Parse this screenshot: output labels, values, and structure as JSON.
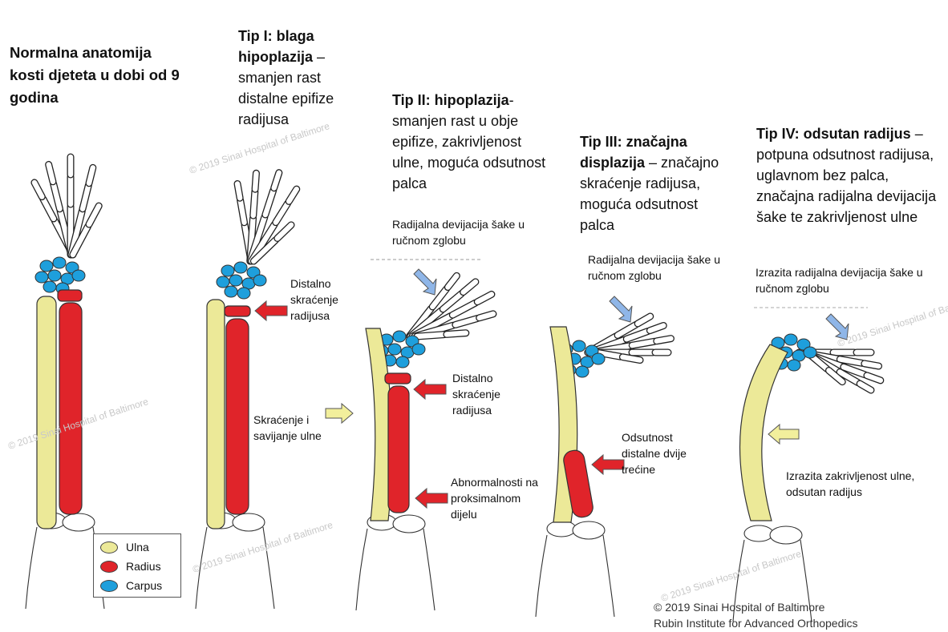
{
  "colors": {
    "ulna": "#ece998",
    "radius": "#e0242a",
    "carpus": "#1e9fdc",
    "yellow_arrow": "#f2ef9c",
    "blue_arrow": "#8fb6e8",
    "bone_outline": "#333333"
  },
  "columns": [
    {
      "title_bold": "Normalna anatomija kosti djeteta u dobi od 9 godina",
      "title_rest": ""
    },
    {
      "title_bold": "Tip I: blaga hipoplazija",
      "title_rest": " – smanjen rast distalne epifize radijusa"
    },
    {
      "title_bold": "Tip II: hipoplazija",
      "title_rest": "- smanjen rast u obje epifize, zakrivljenost ulne, moguća odsutnost palca"
    },
    {
      "title_bold": "Tip III: značajna displazija",
      "title_rest": " – značajno skraćenje radijusa, moguća odsutnost palca"
    },
    {
      "title_bold": "Tip IV: odsutan radijus",
      "title_rest": " – potpuna odsutnost radijusa, uglavnom bez palca, značajna radijalna devijacija šake te zakrivljenost ulne"
    }
  ],
  "labels": {
    "t1_distal": "Distalno skraćenje radijusa",
    "t1_ulna": "Skraćenje i savijanje ulne",
    "t2_deviation": "Radijalna devijacija šake u ručnom zglobu",
    "t2_distal": "Distalno skraćenje radijusa",
    "t2_proximal": "Abnormalnosti na proksimalnom dijelu",
    "t3_deviation": "Radijalna devijacija šake u ručnom zglobu",
    "t3_absence": "Odsutnost distalne dvije trećine",
    "t4_deviation": "Izrazita radijalna devijacija šake u ručnom zglobu",
    "t4_ulna": "Izrazita zakrivljenost ulne, odsutan radijus"
  },
  "legend": [
    {
      "label": "Ulna",
      "color": "#ece998"
    },
    {
      "label": "Radius",
      "color": "#e0242a"
    },
    {
      "label": "Carpus",
      "color": "#1e9fdc"
    }
  ],
  "copyright": {
    "line1": "© 2019 Sinai Hospital of Baltimore",
    "line2": "Rubin Institute for Advanced Orthopedics"
  },
  "watermark": "© 2019 Sinai Hospital of Baltimore"
}
